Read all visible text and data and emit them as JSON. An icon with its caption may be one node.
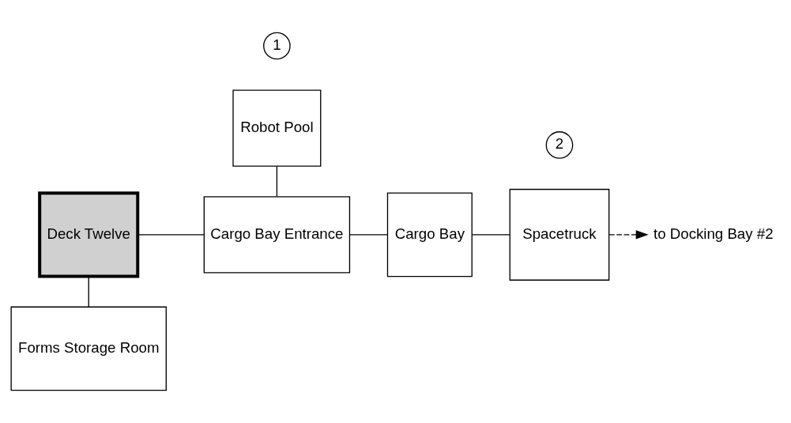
{
  "diagram": {
    "nodes": [
      {
        "text": [
          "Robot Pool"
        ]
      },
      {
        "text": [
          "1"
        ]
      },
      {
        "text": [
          "to Docking Bay #2"
        ]
      },
      {
        "text": [
          "Deck Twelve"
        ]
      },
      {
        "text": [
          "Cargo Bay Entrance"
        ]
      },
      {
        "text": [
          "Cargo Bay"
        ]
      },
      {
        "text": [
          "Spacetruck"
        ]
      },
      {
        "text": [
          "2"
        ]
      },
      {
        "text": [
          "Forms Storage Room"
        ]
      }
    ],
    "edges": [
      {
        "from": 0,
        "to": 4,
        "arrow": "none"
      },
      {
        "from": 3,
        "to": 4,
        "arrow": "none"
      },
      {
        "from": 3,
        "to": 8,
        "arrow": "none"
      },
      {
        "from": 4,
        "to": 5,
        "arrow": "none"
      },
      {
        "from": 5,
        "to": 6,
        "arrow": "none"
      },
      {
        "from": 6,
        "to": 2,
        "arrow": "to",
        "style": "dashed"
      }
    ]
  }
}
